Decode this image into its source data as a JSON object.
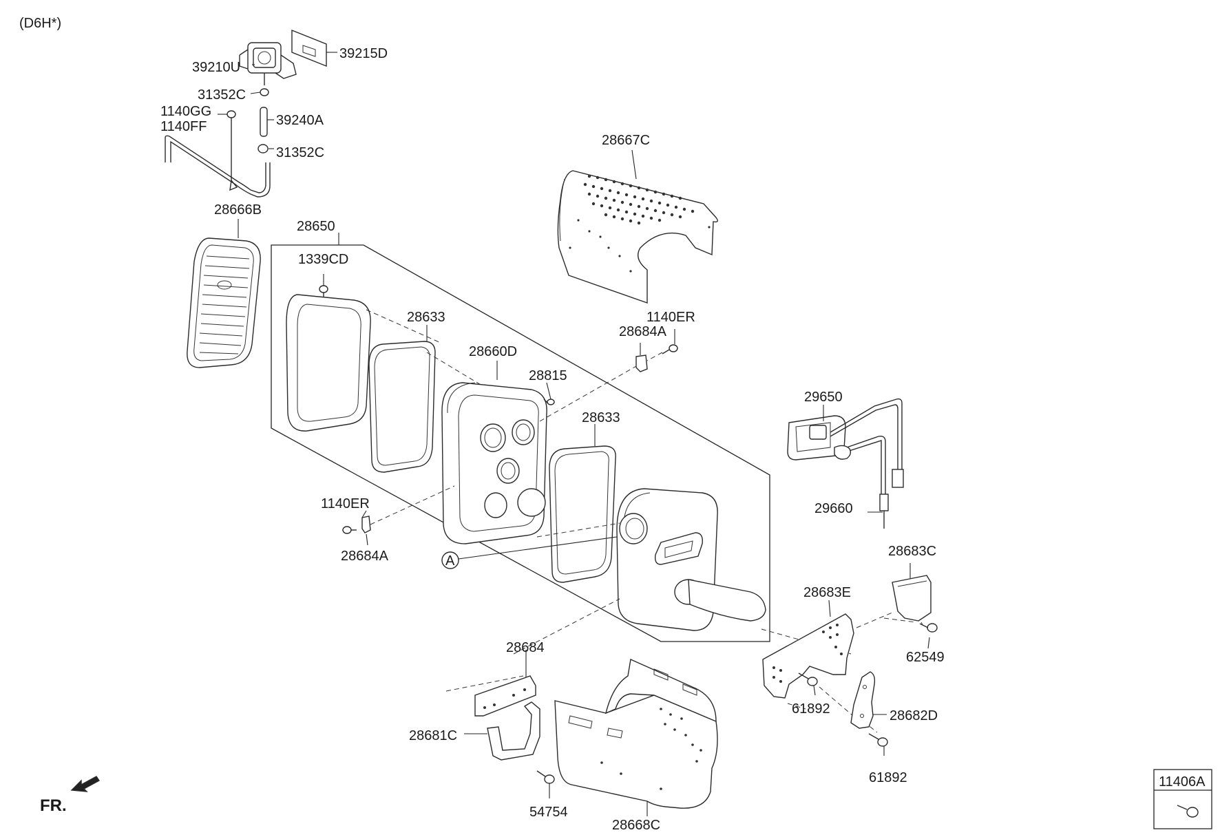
{
  "diagram": {
    "model_code": "(D6H*)",
    "fr_label": "FR.",
    "callout_letter": "A",
    "legend_part": "11406A",
    "labels": {
      "p39215D": "39215D",
      "p39210U": "39210U",
      "p31352C_top": "31352C",
      "p1140GG": "1140GG",
      "p1140FF": "1140FF",
      "p39240A": "39240A",
      "p31352C_bot": "31352C",
      "p28667C": "28667C",
      "p28666B": "28666B",
      "p28650": "28650",
      "p1339CD": "1339CD",
      "p28633_left": "28633",
      "p28660D": "28660D",
      "p28815": "28815",
      "p1140ER_top": "1140ER",
      "p28684A_top": "28684A",
      "p28633_right": "28633",
      "p29650": "29650",
      "p29660": "29660",
      "p1140ER_left": "1140ER",
      "p28684A_left": "28684A",
      "p28683C": "28683C",
      "p28683E": "28683E",
      "p62549": "62549",
      "p28684": "28684",
      "p28681C": "28681C",
      "p54754": "54754",
      "p28668C": "28668C",
      "p61892_a": "61892",
      "p28682D": "28682D",
      "p61892_b": "61892"
    }
  }
}
